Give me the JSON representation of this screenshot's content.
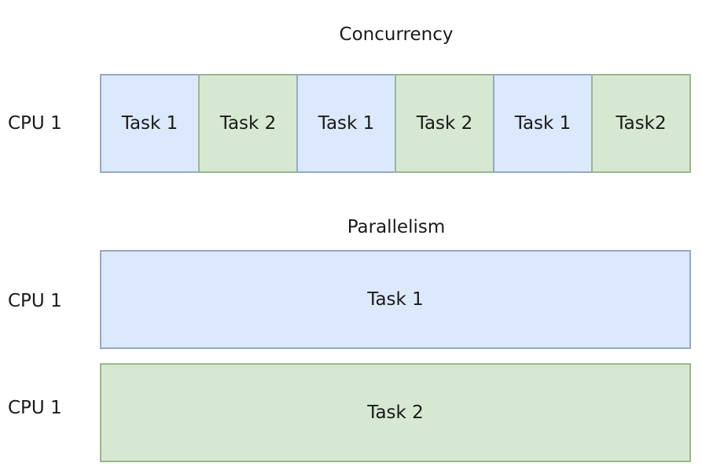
{
  "concurrency": {
    "title": "Concurrency",
    "cpu_label": "CPU 1",
    "slots": [
      {
        "label": "Task 1",
        "task": 1
      },
      {
        "label": "Task 2",
        "task": 2
      },
      {
        "label": "Task 1",
        "task": 1
      },
      {
        "label": "Task 2",
        "task": 2
      },
      {
        "label": "Task 1",
        "task": 1
      },
      {
        "label": "Task2",
        "task": 2
      }
    ]
  },
  "parallelism": {
    "title": "Parallelism",
    "rows": [
      {
        "cpu_label": "CPU 1",
        "task_label": "Task 1",
        "task": 1
      },
      {
        "cpu_label": "CPU 1",
        "task_label": "Task 2",
        "task": 2
      }
    ]
  },
  "colors": {
    "task1_fill": "#dce8fb",
    "task1_border": "#95a9c7",
    "task2_fill": "#d7e8d2",
    "task2_border": "#98b88e"
  }
}
